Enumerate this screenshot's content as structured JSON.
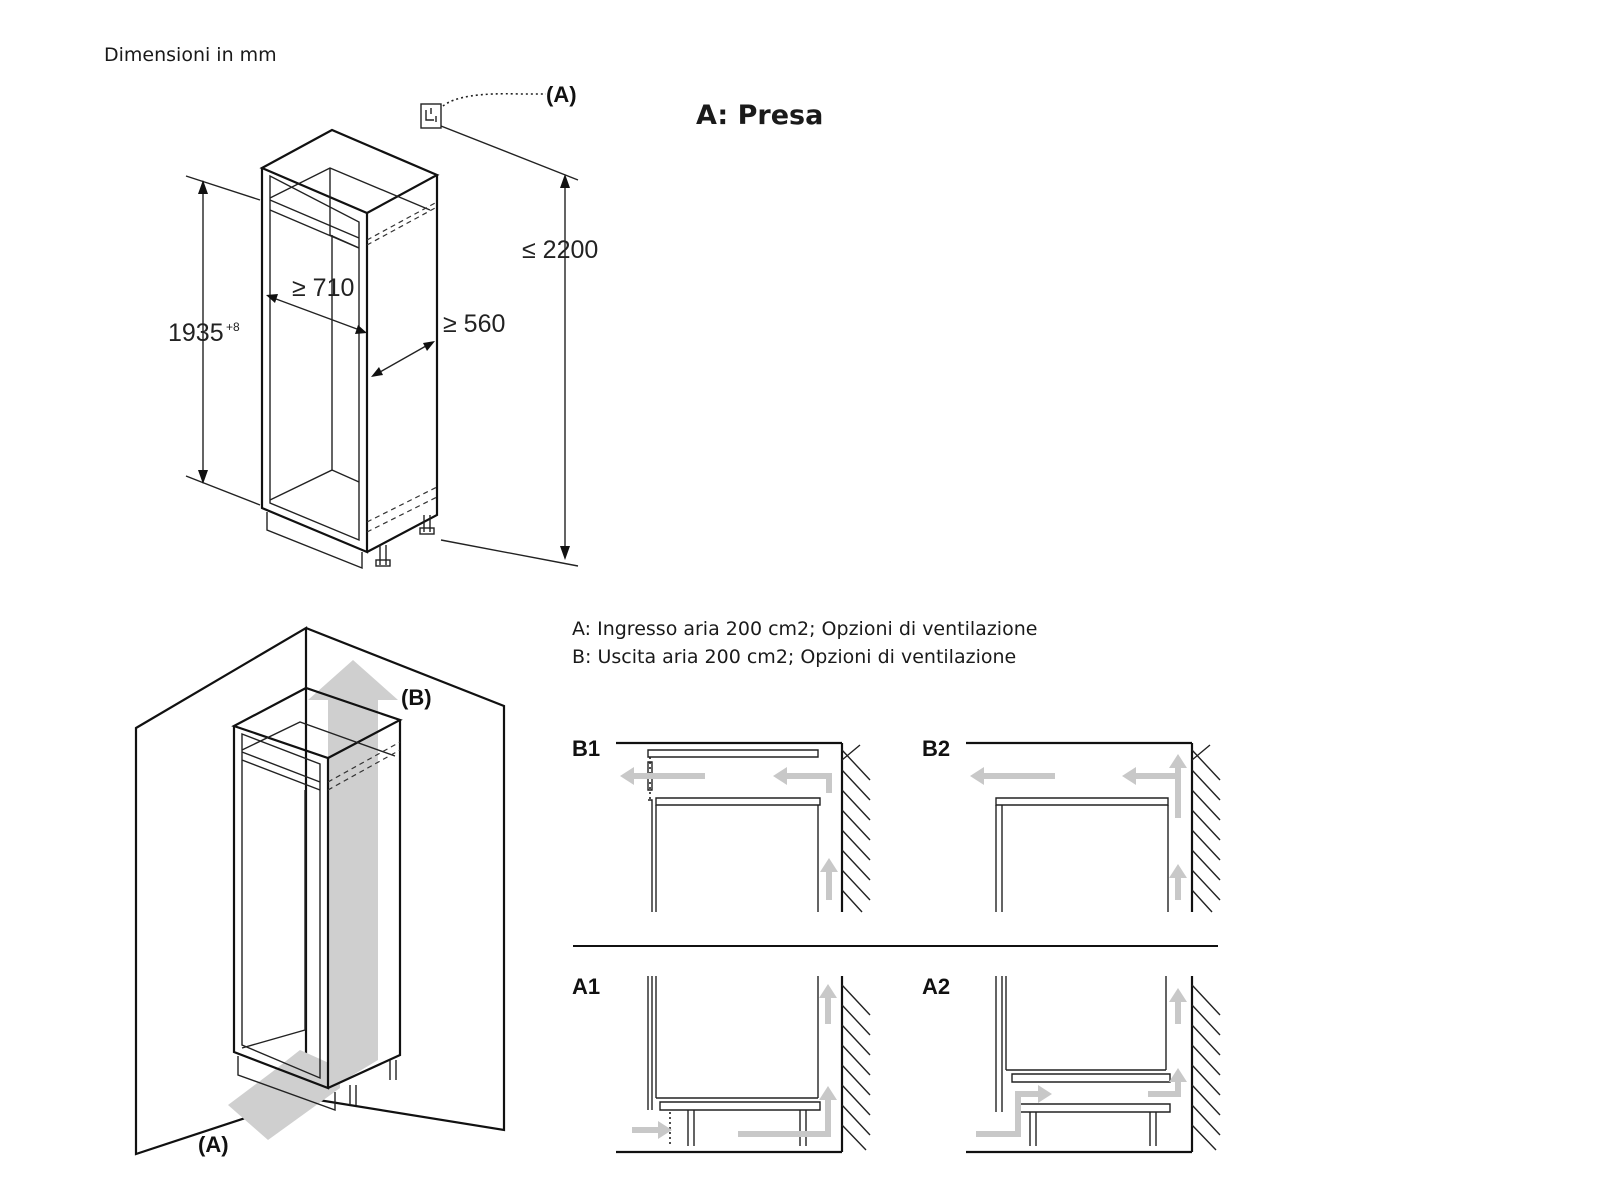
{
  "units_note": "Dimensioni in mm",
  "legend_socket": "A: Presa",
  "socket_tag": "(A)",
  "dims": {
    "height_label": "≤ 2200",
    "niche_height": "1935",
    "niche_height_tol": "+8",
    "niche_width": "≥ 710",
    "niche_depth": "≥ 560"
  },
  "ventilation_legend": [
    "A: Ingresso aria 200 cm2; Opzioni di ventilazione",
    "B: Uscita aria 200 cm2; Opzioni di ventilazione"
  ],
  "airflow_tags": {
    "outlet": "(B)",
    "inlet": "(A)"
  },
  "options": {
    "b1": "B1",
    "b2": "B2",
    "a1": "A1",
    "a2": "A2"
  },
  "colors": {
    "line": "#111111",
    "airflow": "#cfcfcf"
  }
}
